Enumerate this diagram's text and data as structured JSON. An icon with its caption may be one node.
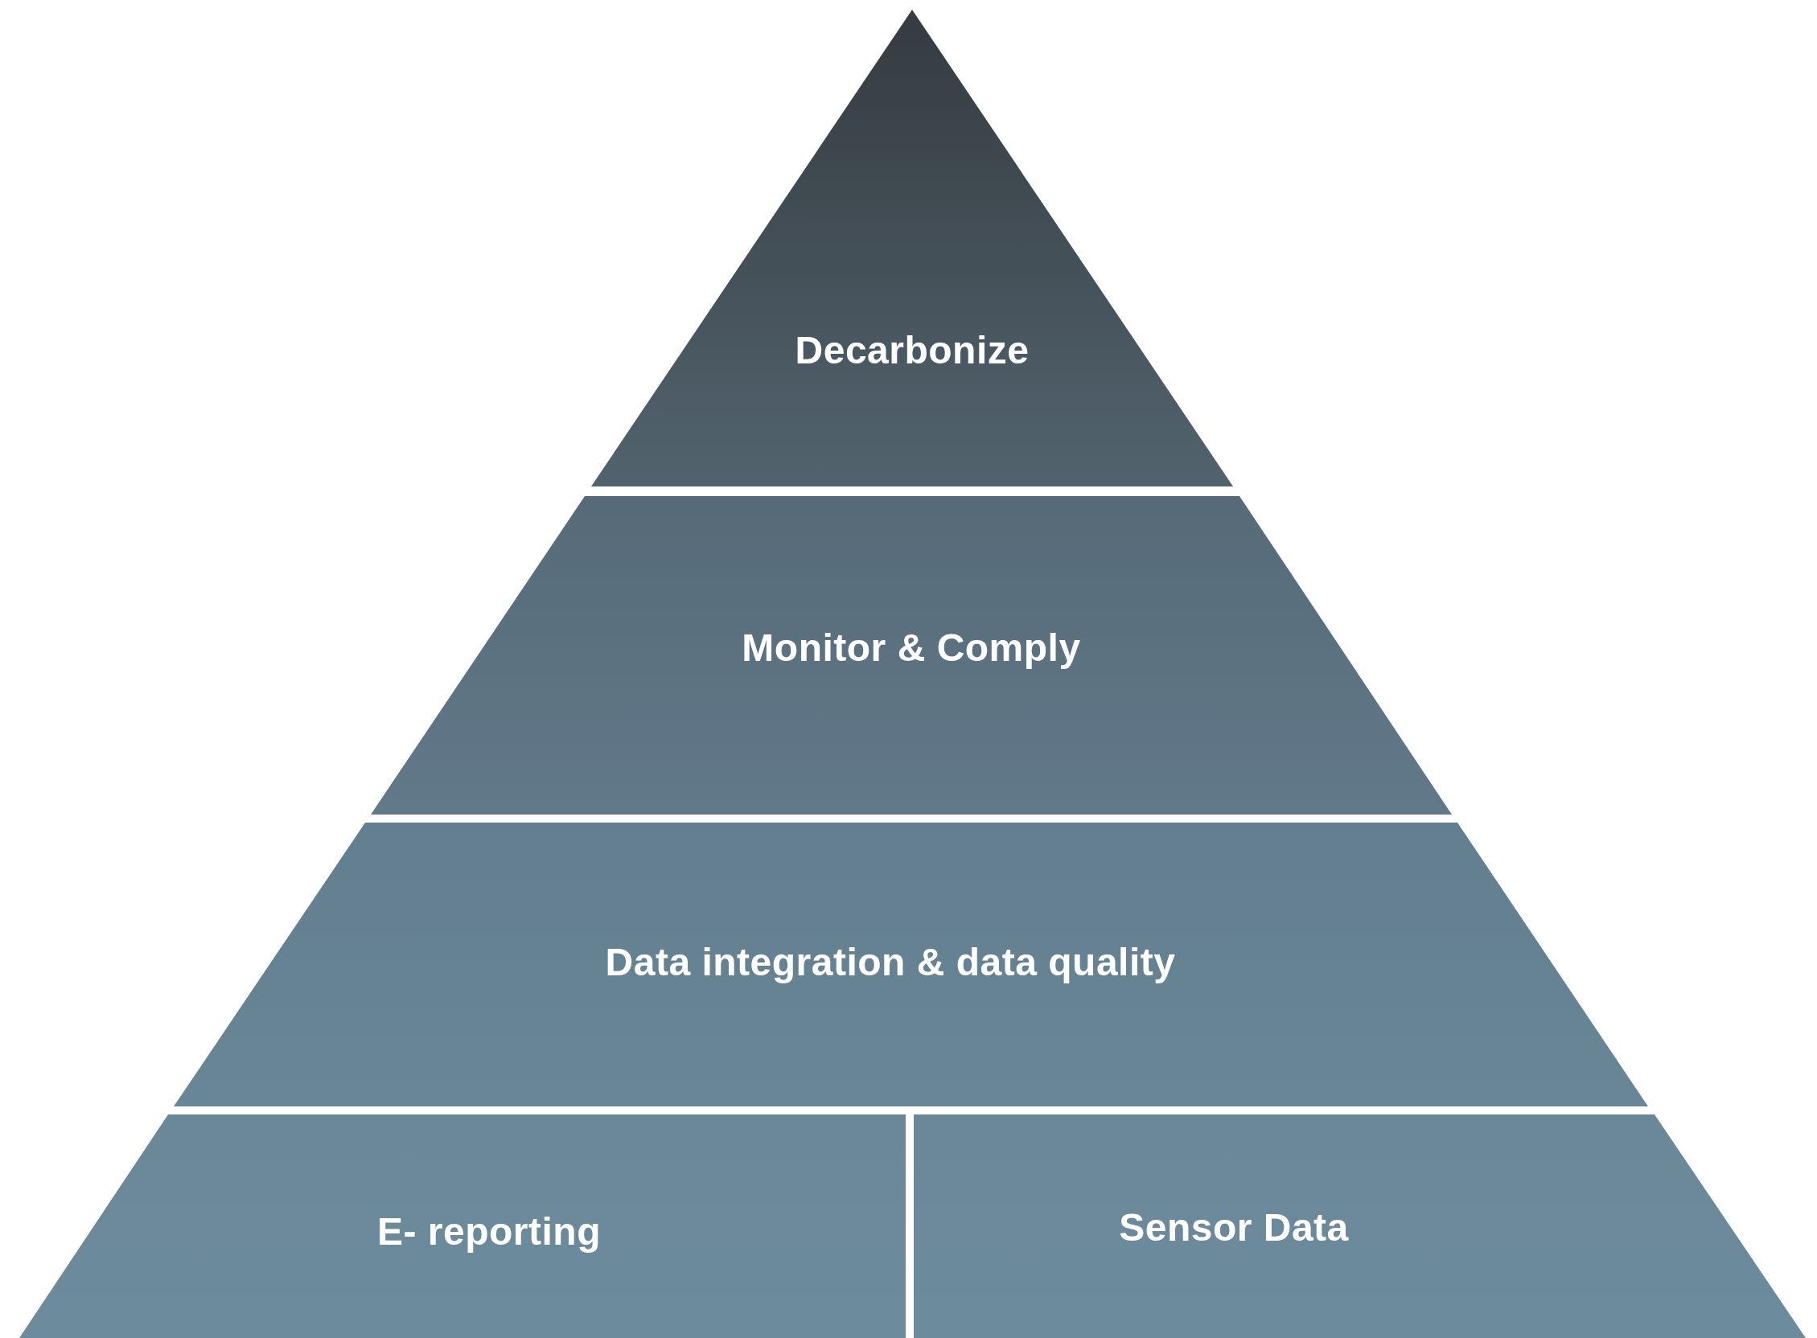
{
  "diagram": {
    "nodes": [
      {
        "text": [
          "Decarbonize"
        ]
      },
      {
        "text": [
          "Monitor & Comply"
        ]
      },
      {
        "text": [
          "Data integration & data quality"
        ]
      },
      {
        "text": [
          "E- reporting"
        ]
      },
      {
        "text": [
          "Sensor Data"
        ]
      }
    ]
  }
}
